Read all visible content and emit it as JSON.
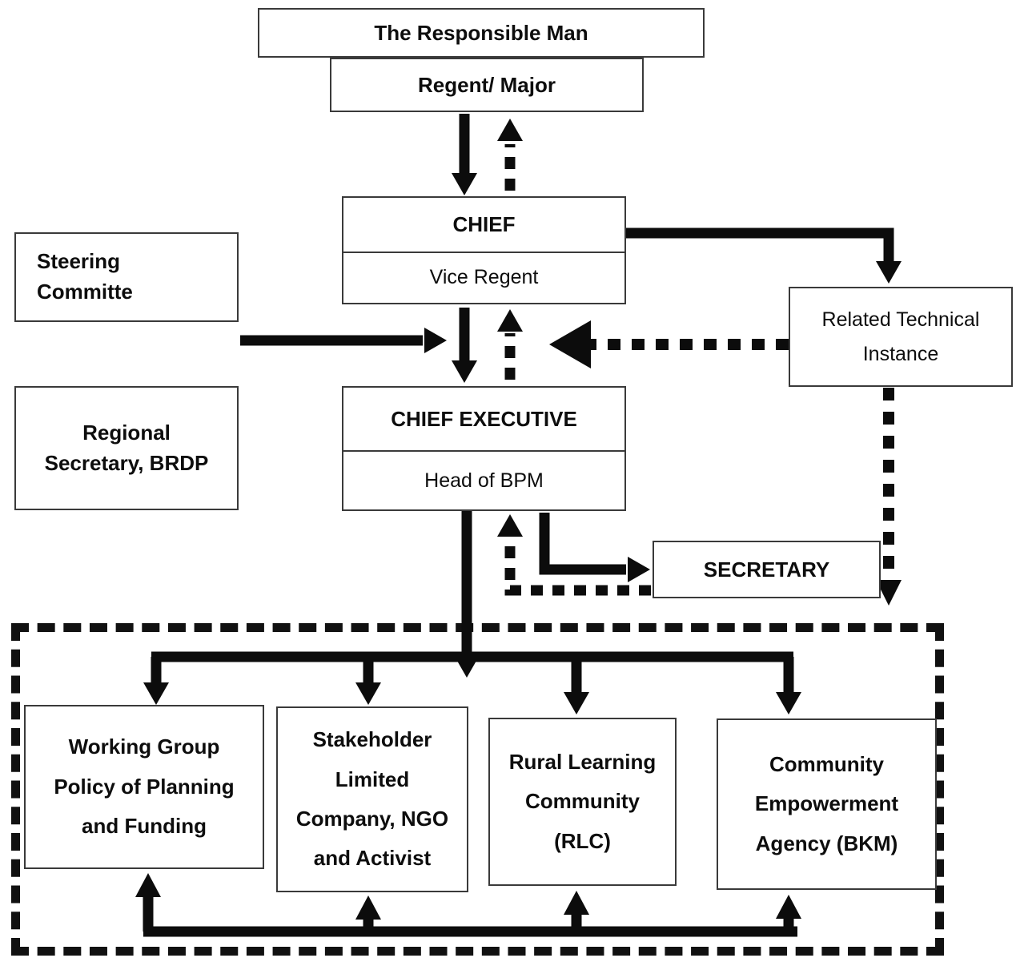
{
  "ink_color": "#0d0d0d",
  "boxes": {
    "responsible_man": "The Responsible Man",
    "regent_major": "Regent/ Major",
    "chief_title": "CHIEF",
    "chief_subtitle": "Vice Regent",
    "steering_committee": "Steering\nCommitte",
    "related_technical": "Related Technical\nInstance",
    "chief_executive_title": "CHIEF EXECUTIVE",
    "chief_executive_subtitle": "Head of BPM",
    "regional_secretary": "Regional\nSecretary, BRDP",
    "secretary": "SECRETARY",
    "working_group": "Working Group\nPolicy of Planning\nand Funding",
    "stakeholder": "Stakeholder\nLimited\nCompany, NGO\nand Activist",
    "rlc": "Rural Learning\nCommunity\n(RLC)",
    "bkm": "Community\nEmpowerment\nAgency (BKM)"
  }
}
